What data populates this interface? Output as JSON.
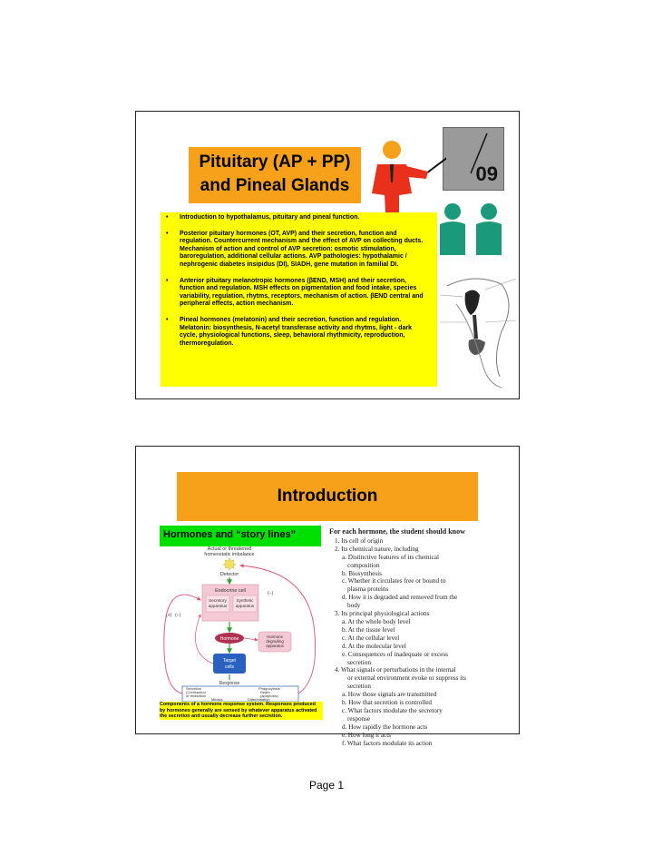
{
  "slide1": {
    "title_line1": "Pituitary (AP + PP)",
    "title_line2": "and Pineal Glands",
    "lecture_number": "09",
    "bullet_marker": "•",
    "bullets": [
      "Introduction to hypothalamus, pituitary and pineal function.",
      "Posterior pituitary hormones (OT, AVP) and their secretion, function and regulation. Countercurrent mechanism  and the effect of AVP on collecting ducts. Mechanism of action and control of AVP secretion: osmotic stimulation, baroregulation, additional cellular actions. AVP pathologies: hypothalamic / nephrogenic diabetes insipidus (DI), SIADH, gene mutation in familial DI.",
      "Anterior pituitary melanotropic hormones (βEND, MSH) and their secretion, function and regulation. MSH effects on pigmentation and food intake, species variability, regulation, rhytms, receptors, mechanism of action. βEND central and peripheral effects, action mechanism.",
      "Pineal hormones (melatonin) and their secretion, function and regulation. Melatonin: biosynthesis, N-acetyl transferase activity and rhytms, light - dark cycle, physiological functions, sleep, behavioral rhythmicity, reproduction, thermoregulation."
    ],
    "icons": [
      "teacher-pointer-icon",
      "students-icon",
      "pituitary-anatomy-image"
    ],
    "colors": {
      "orange": "#f7a11a",
      "yellow": "#ffff00",
      "red": "#e8301c",
      "teal": "#1a9a7a"
    }
  },
  "slide2": {
    "title": "Introduction",
    "story_label": "Hormones and “story lines”",
    "diagram_labels": {
      "stimulus": [
        "Actual or threatened",
        "homeostatic imbalance"
      ],
      "detector": "Detector",
      "endocrine_cell": "Endocrine cell",
      "secretory": [
        "Secretory",
        "apparatus"
      ],
      "synthetic": [
        "Synthetic",
        "apparatus"
      ],
      "hormone": "Hormone",
      "degrading": [
        "Hormone",
        "degrading",
        "apparatus"
      ],
      "target": [
        "Target",
        "cells"
      ],
      "response": "Response",
      "outcomes_left": [
        "Secretion",
        "(Contraction",
        "or relaxation",
        "Mitosis"
      ],
      "outcomes_right": [
        "Phagocytosis",
        "Death",
        "(apoptosis)",
        "Differentiation"
      ],
      "signs": [
        "(−)",
        "(+)",
        "(−)"
      ]
    },
    "caption": [
      "Components of a hormone response system. Responses produced",
      "by hormones generally are sensed by whatever apparatus activated",
      "the secretion and usually decrease further secretion."
    ],
    "know_heading": "For each hormone, the student should know",
    "know_items": [
      {
        "level": 1,
        "text": "1.  Its cell of origin"
      },
      {
        "level": 1,
        "text": "2.  Its chemical nature, including"
      },
      {
        "level": 2,
        "text": "a.  Distinctive features of its chemical"
      },
      {
        "level": 3,
        "text": "composition"
      },
      {
        "level": 2,
        "text": "b.  Biosynthesis"
      },
      {
        "level": 2,
        "text": "c.  Whether it circulates free or bound to"
      },
      {
        "level": 3,
        "text": "plasma proteins"
      },
      {
        "level": 2,
        "text": "d.  How it is degraded and removed from the"
      },
      {
        "level": 3,
        "text": "body"
      },
      {
        "level": 1,
        "text": "3.  Its principal physiological actions"
      },
      {
        "level": 2,
        "text": "a.  At the whole body level"
      },
      {
        "level": 2,
        "text": "b.  At the tissue level"
      },
      {
        "level": 2,
        "text": "c.  At the cellular level"
      },
      {
        "level": 2,
        "text": "d.  At the molecular level"
      },
      {
        "level": 2,
        "text": "e.  Consequences of inadequate or excess"
      },
      {
        "level": 3,
        "text": "secretion"
      },
      {
        "level": 1,
        "text": "4.  What signals or perturbations in the internal"
      },
      {
        "level": 3,
        "text": "or external environment evoke or suppress its"
      },
      {
        "level": 3,
        "text": "secretion"
      },
      {
        "level": 2,
        "text": "a.  How those signals are transmitted"
      },
      {
        "level": 2,
        "text": "b.  How that secretion is controlled"
      },
      {
        "level": 2,
        "text": "c.  What factors modulate the secretory"
      },
      {
        "level": 3,
        "text": "response"
      },
      {
        "level": 2,
        "text": "d.  How rapidly the hormone acts"
      },
      {
        "level": 2,
        "text": "e.  How long it acts"
      },
      {
        "level": 2,
        "text": "f.  What factors modulate its action"
      }
    ],
    "colors": {
      "orange": "#f7a11a",
      "green": "#00e000",
      "pink_box": "#f4c8d4",
      "hormone_fill": "#b03050",
      "target_fill": "#2a60c0"
    }
  },
  "page_label": "Page 1"
}
